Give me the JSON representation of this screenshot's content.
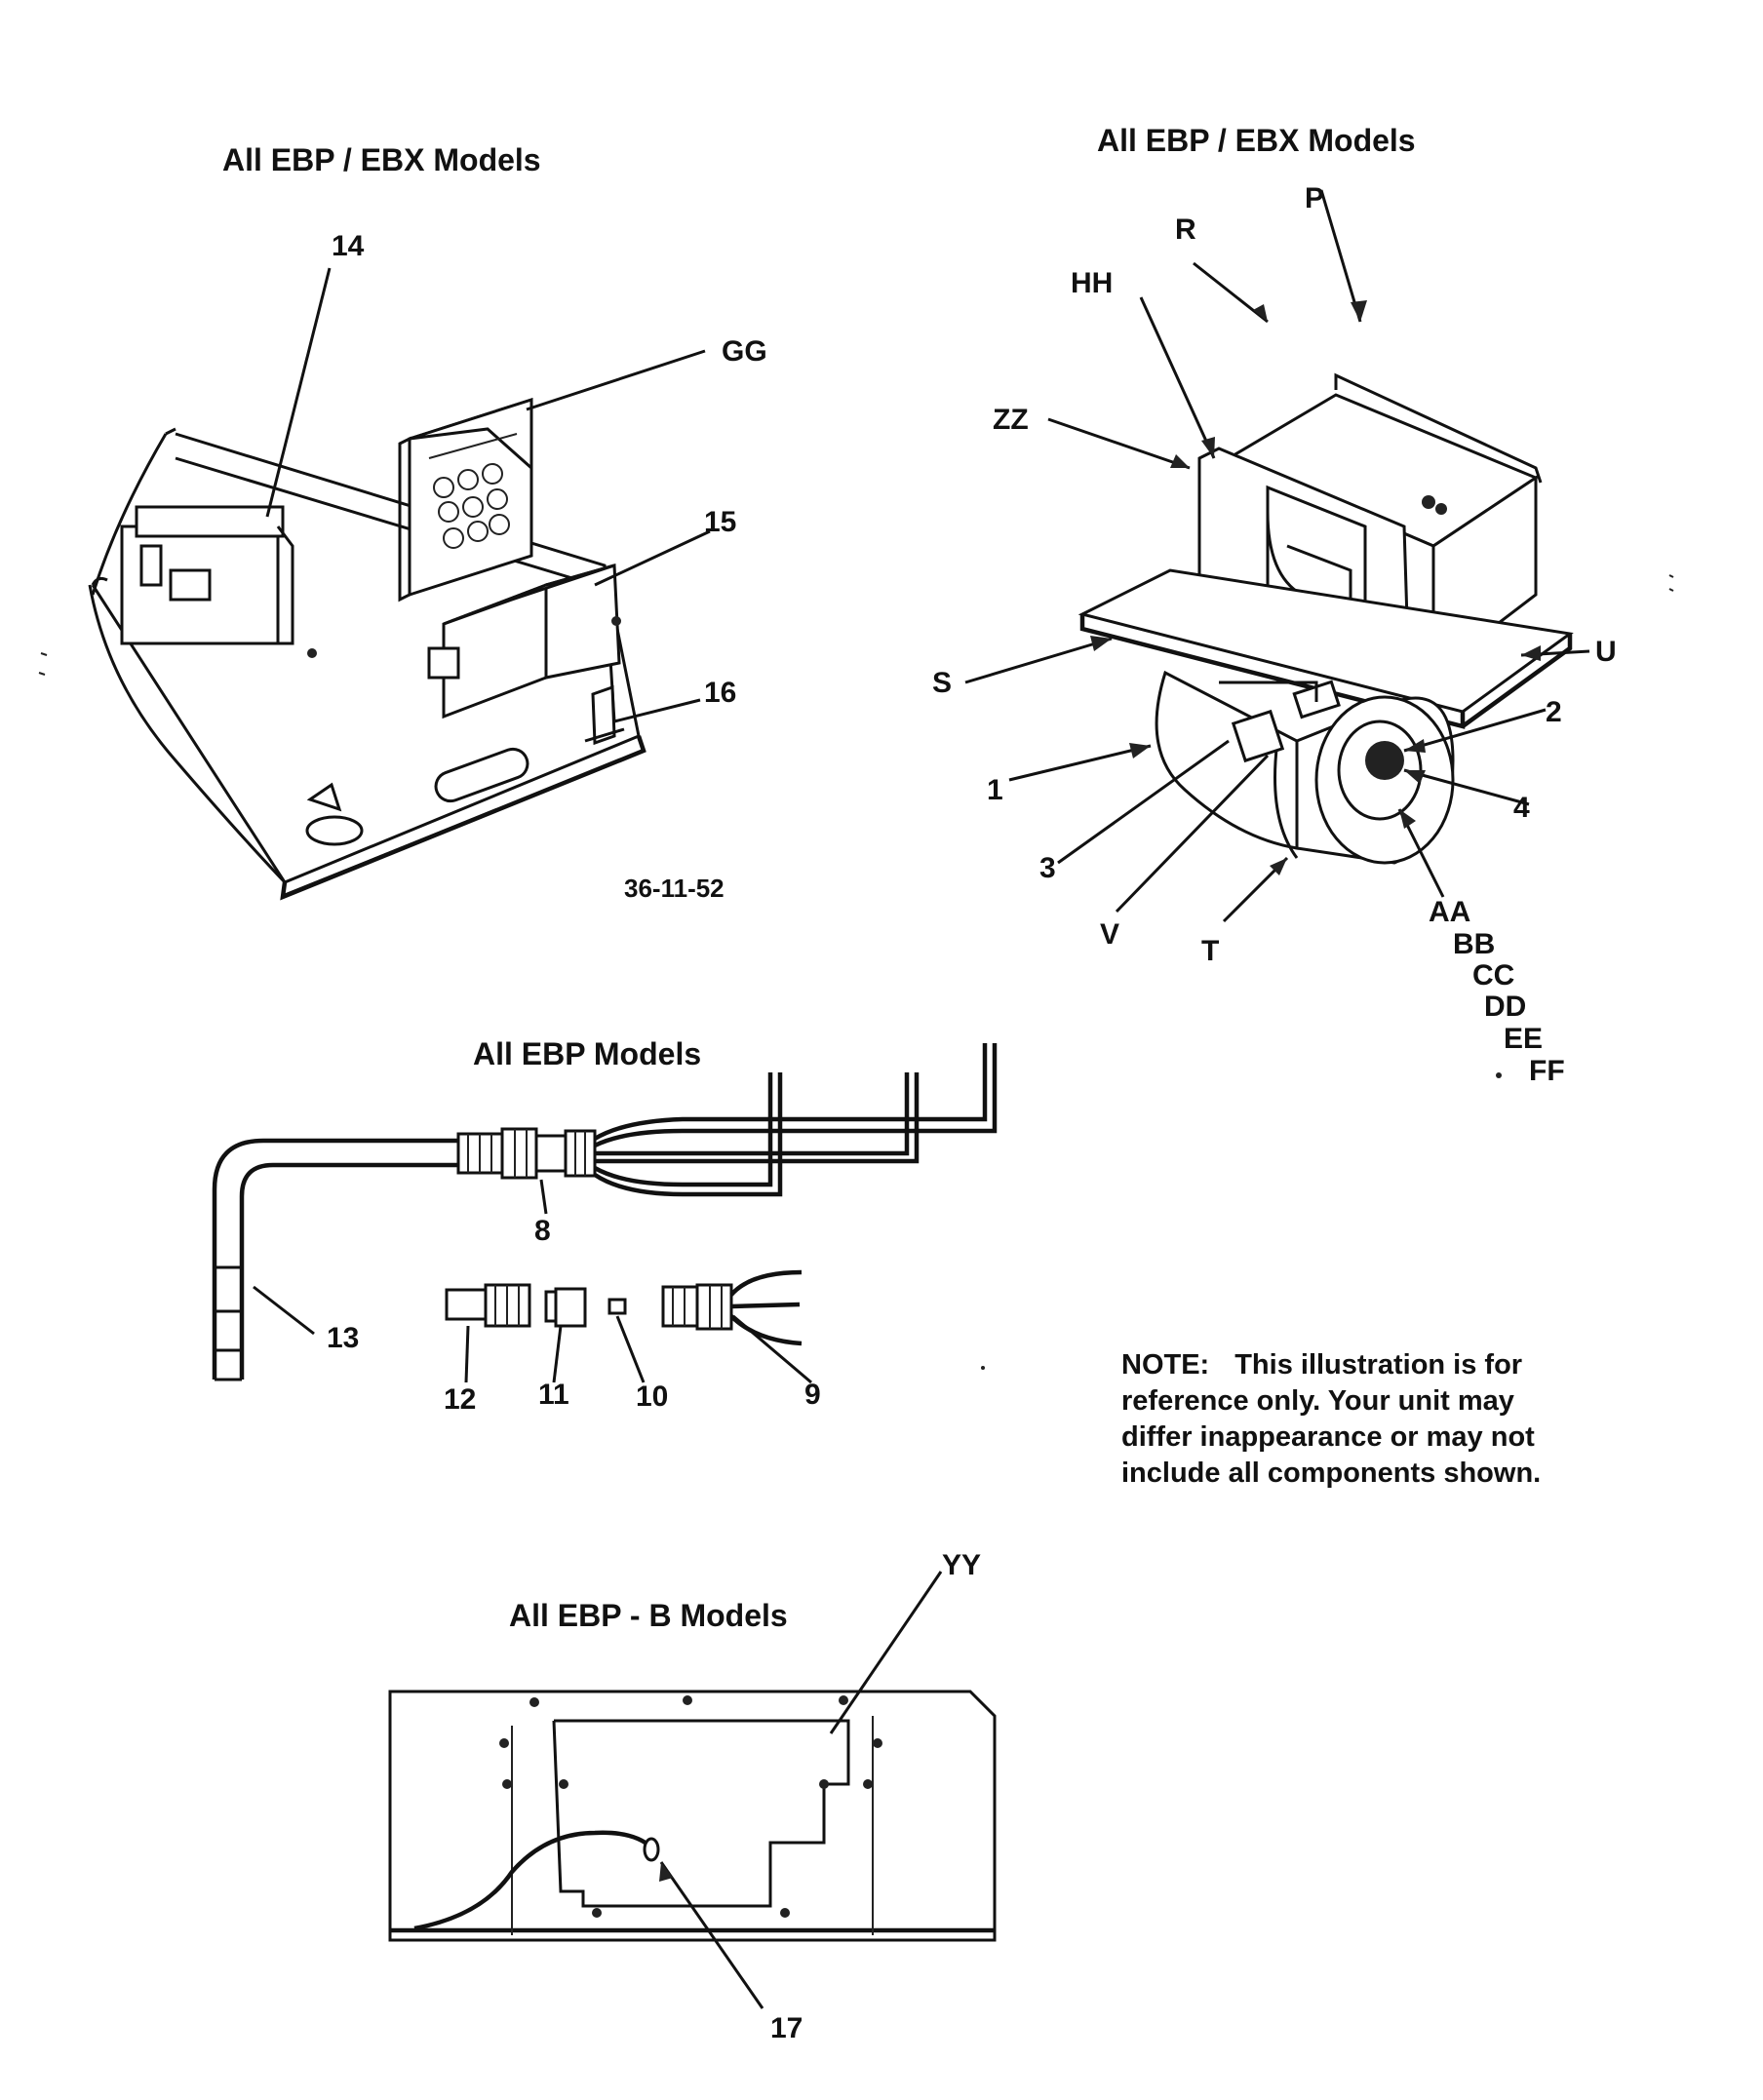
{
  "panels": {
    "top_left": {
      "title": "All EBP / EBX Models",
      "callouts": {
        "c14": "14",
        "gg": "GG",
        "c15": "15",
        "c16": "16"
      },
      "drawing_number": "36-11-52"
    },
    "top_right": {
      "title": "All EBP / EBX Models",
      "callouts": {
        "p": "P",
        "r": "R",
        "hh": "HH",
        "zz": "ZZ",
        "s": "S",
        "u": "U",
        "c2": "2",
        "c1": "1",
        "c4": "4",
        "c3": "3",
        "v": "V",
        "t": "T",
        "aa": "AA",
        "bb": "BB",
        "cc": "CC",
        "dd": "DD",
        "ee": "EE",
        "ff": "FF"
      }
    },
    "middle_left": {
      "title": "All EBP Models",
      "callouts": {
        "c8": "8",
        "c13": "13",
        "c12": "12",
        "c11": "11",
        "c10": "10",
        "c9": "9"
      }
    },
    "bottom": {
      "title": "All EBP - B Models",
      "callouts": {
        "yy": "YY",
        "c17": "17"
      }
    }
  },
  "note": {
    "heading": "NOTE:",
    "text": "This illustration is for reference only.  Your unit may differ inappearance or may not include all components shown."
  }
}
